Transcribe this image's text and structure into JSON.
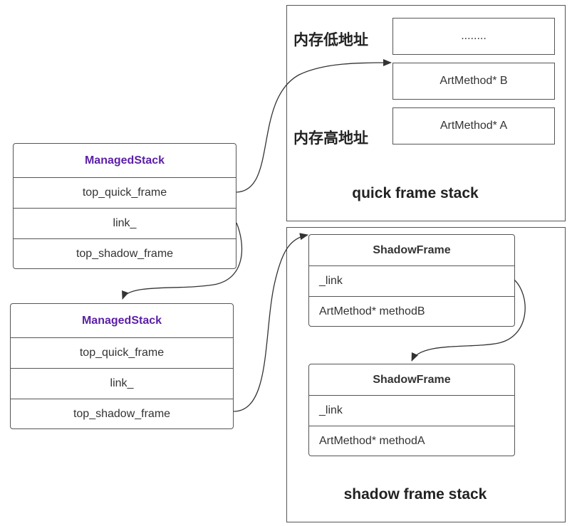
{
  "quick_stack": {
    "caption": "quick frame stack",
    "label_low": "内存低地址",
    "label_high": "内存高地址",
    "slots": [
      "........",
      "ArtMethod* B",
      "ArtMethod* A"
    ]
  },
  "shadow_stack": {
    "caption": "shadow frame stack",
    "frames": [
      {
        "title": "ShadowFrame",
        "link": "_link",
        "method": "ArtMethod* methodB"
      },
      {
        "title": "ShadowFrame",
        "link": "_link",
        "method": "ArtMethod* methodA"
      }
    ]
  },
  "managed_stacks": [
    {
      "title": "ManagedStack",
      "fields": [
        "top_quick_frame",
        "link_",
        "top_shadow_frame"
      ]
    },
    {
      "title": "ManagedStack",
      "fields": [
        "top_quick_frame",
        "link_",
        "top_shadow_frame"
      ]
    }
  ],
  "colors": {
    "managed_title": "#5b1fa6",
    "stroke": "#555555"
  }
}
